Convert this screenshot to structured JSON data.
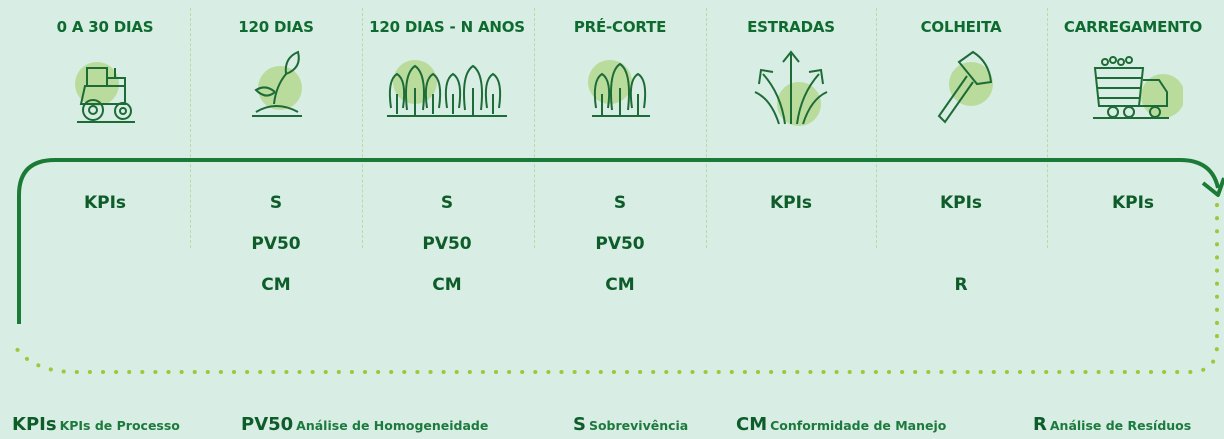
{
  "stages": [
    {
      "title": "0 A 30 DIAS",
      "icon": "tractor-icon",
      "metrics": [
        "KPIs"
      ]
    },
    {
      "title": "120 DIAS",
      "icon": "seedling-icon",
      "metrics": [
        "S",
        "PV50",
        "CM"
      ]
    },
    {
      "title": "120 DIAS - N ANOS",
      "icon": "forest-icon",
      "metrics": [
        "S",
        "PV50",
        "CM"
      ]
    },
    {
      "title": "PRÉ-CORTE",
      "icon": "trees-icon",
      "metrics": [
        "S",
        "PV50",
        "CM"
      ]
    },
    {
      "title": "ESTRADAS",
      "icon": "roads-icon",
      "metrics": [
        "KPIs"
      ]
    },
    {
      "title": "COLHEITA",
      "icon": "axe-icon",
      "metrics": [
        "KPIs",
        "",
        "R"
      ]
    },
    {
      "title": "CARREGAMENTO",
      "icon": "truck-icon",
      "metrics": [
        "KPIs"
      ]
    }
  ],
  "legend": [
    {
      "code": "KPIs",
      "desc": "KPIs de Processo"
    },
    {
      "code": "PV50",
      "desc": "Análise de Homogeneidade"
    },
    {
      "code": "S",
      "desc": "Sobrevivência"
    },
    {
      "code": "CM",
      "desc": "Conformidade de Manejo"
    },
    {
      "code": "R",
      "desc": "Análise de Resíduos"
    }
  ],
  "colors": {
    "background": "#d8ede3",
    "dark_green": "#0e5c2a",
    "title_green": "#0e6b2f",
    "flow_arrow": "#1b7a35",
    "dotted_path": "#9cc83c",
    "icon_bg": "#b9dc9c",
    "divider": "#b9d9a6"
  }
}
